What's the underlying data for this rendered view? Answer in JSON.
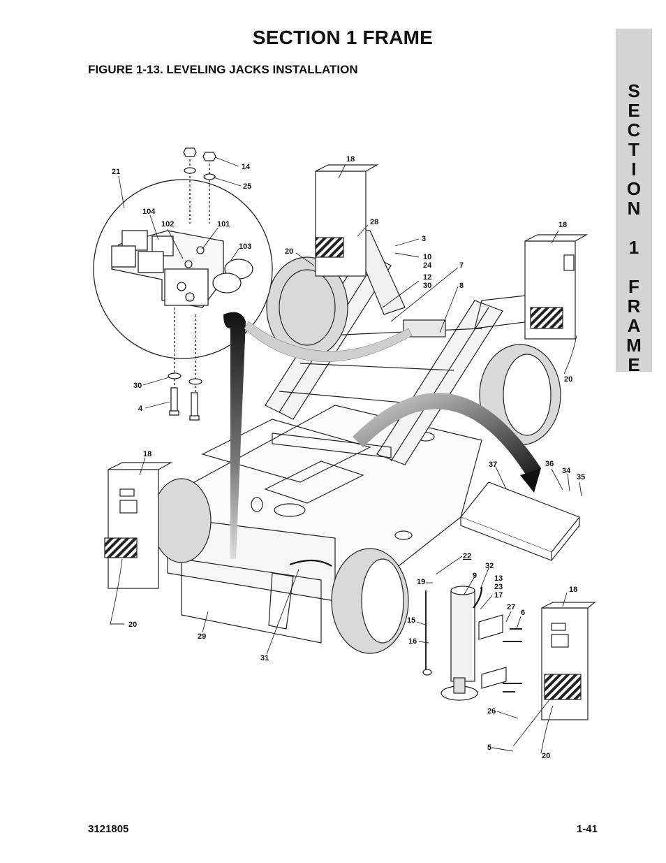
{
  "header": {
    "title": "SECTION 1  FRAME",
    "figure_title": "FIGURE 1-13.  LEVELING JACKS INSTALLATION"
  },
  "side_tab": {
    "letters": [
      "S",
      "E",
      "C",
      "T",
      "I",
      "O",
      "N",
      "1",
      "F",
      "R",
      "A",
      "M",
      "E"
    ]
  },
  "callouts": {
    "c14": "14",
    "c25": "25",
    "c21": "21",
    "c18a": "18",
    "c28": "28",
    "c3": "3",
    "c10": "10",
    "c24": "24",
    "c12": "12",
    "c30a": "30",
    "c7": "7",
    "c8": "8",
    "c18b": "18",
    "c20a": "20",
    "c104": "104",
    "c102": "102",
    "c101": "101",
    "c103": "103",
    "c20b": "20",
    "c30b": "30",
    "c4": "4",
    "c18c": "18",
    "c37": "37",
    "c36": "36",
    "c34": "34",
    "c35": "35",
    "c22": "22",
    "c32": "32",
    "c9": "9",
    "c13": "13",
    "c23": "23",
    "c17": "17",
    "c19": "19",
    "c18d": "18",
    "c27": "27",
    "c6": "6",
    "c15": "15",
    "c16": "16",
    "c20c": "20",
    "c29": "29",
    "c31": "31",
    "c26": "26",
    "c5": "5",
    "c20d": "20"
  },
  "footer": {
    "doc_number": "3121805",
    "page_number": "1-41"
  }
}
